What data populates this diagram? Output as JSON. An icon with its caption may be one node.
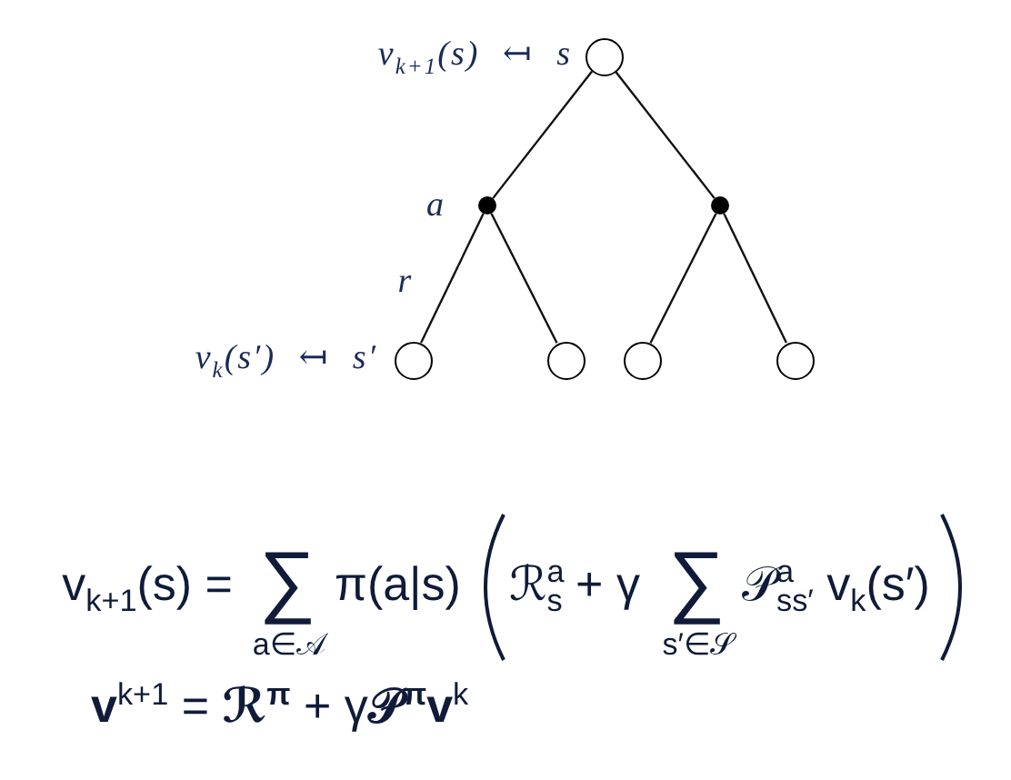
{
  "diagram": {
    "nodes": [
      {
        "text": [],
        "shape": "circle",
        "beside": [
          "v$_{k+1}$(s) ↤ s"
        ]
      },
      {
        "text": [],
        "shape": "dot",
        "beside": [
          "a"
        ]
      },
      {
        "text": [],
        "shape": "dot"
      },
      {
        "text": [],
        "shape": "circle",
        "beside": [
          "v$_{k}$(s′) ↤ s′"
        ]
      },
      {
        "text": [],
        "shape": "circle"
      },
      {
        "text": [],
        "shape": "circle"
      },
      {
        "text": [],
        "shape": "circle"
      }
    ],
    "edges": [
      {
        "from": 0,
        "to": 1,
        "arrow": "none"
      },
      {
        "from": 0,
        "to": 2,
        "arrow": "none"
      },
      {
        "from": 1,
        "to": 3,
        "arrow": "none",
        "label": "r"
      },
      {
        "from": 1,
        "to": 4,
        "arrow": "none"
      },
      {
        "from": 2,
        "to": 5,
        "arrow": "none"
      },
      {
        "from": 2,
        "to": 6,
        "arrow": "none"
      }
    ],
    "labels": [
      "v$_{k+1}$(s) =",
      "∑",
      "a∈𝒜",
      "π(a|s)",
      "ℛ$^{a}$$_{s}$ + γ",
      "∑",
      "s′∈𝒮",
      "𝒫$^{a}$$_{ss′}$ v$_{k}$(s′)",
      "**v**$^{k+1}$ = **ℛ$^{π}$** + γ**𝒫$^{π}$v**$^{k}$"
    ]
  }
}
